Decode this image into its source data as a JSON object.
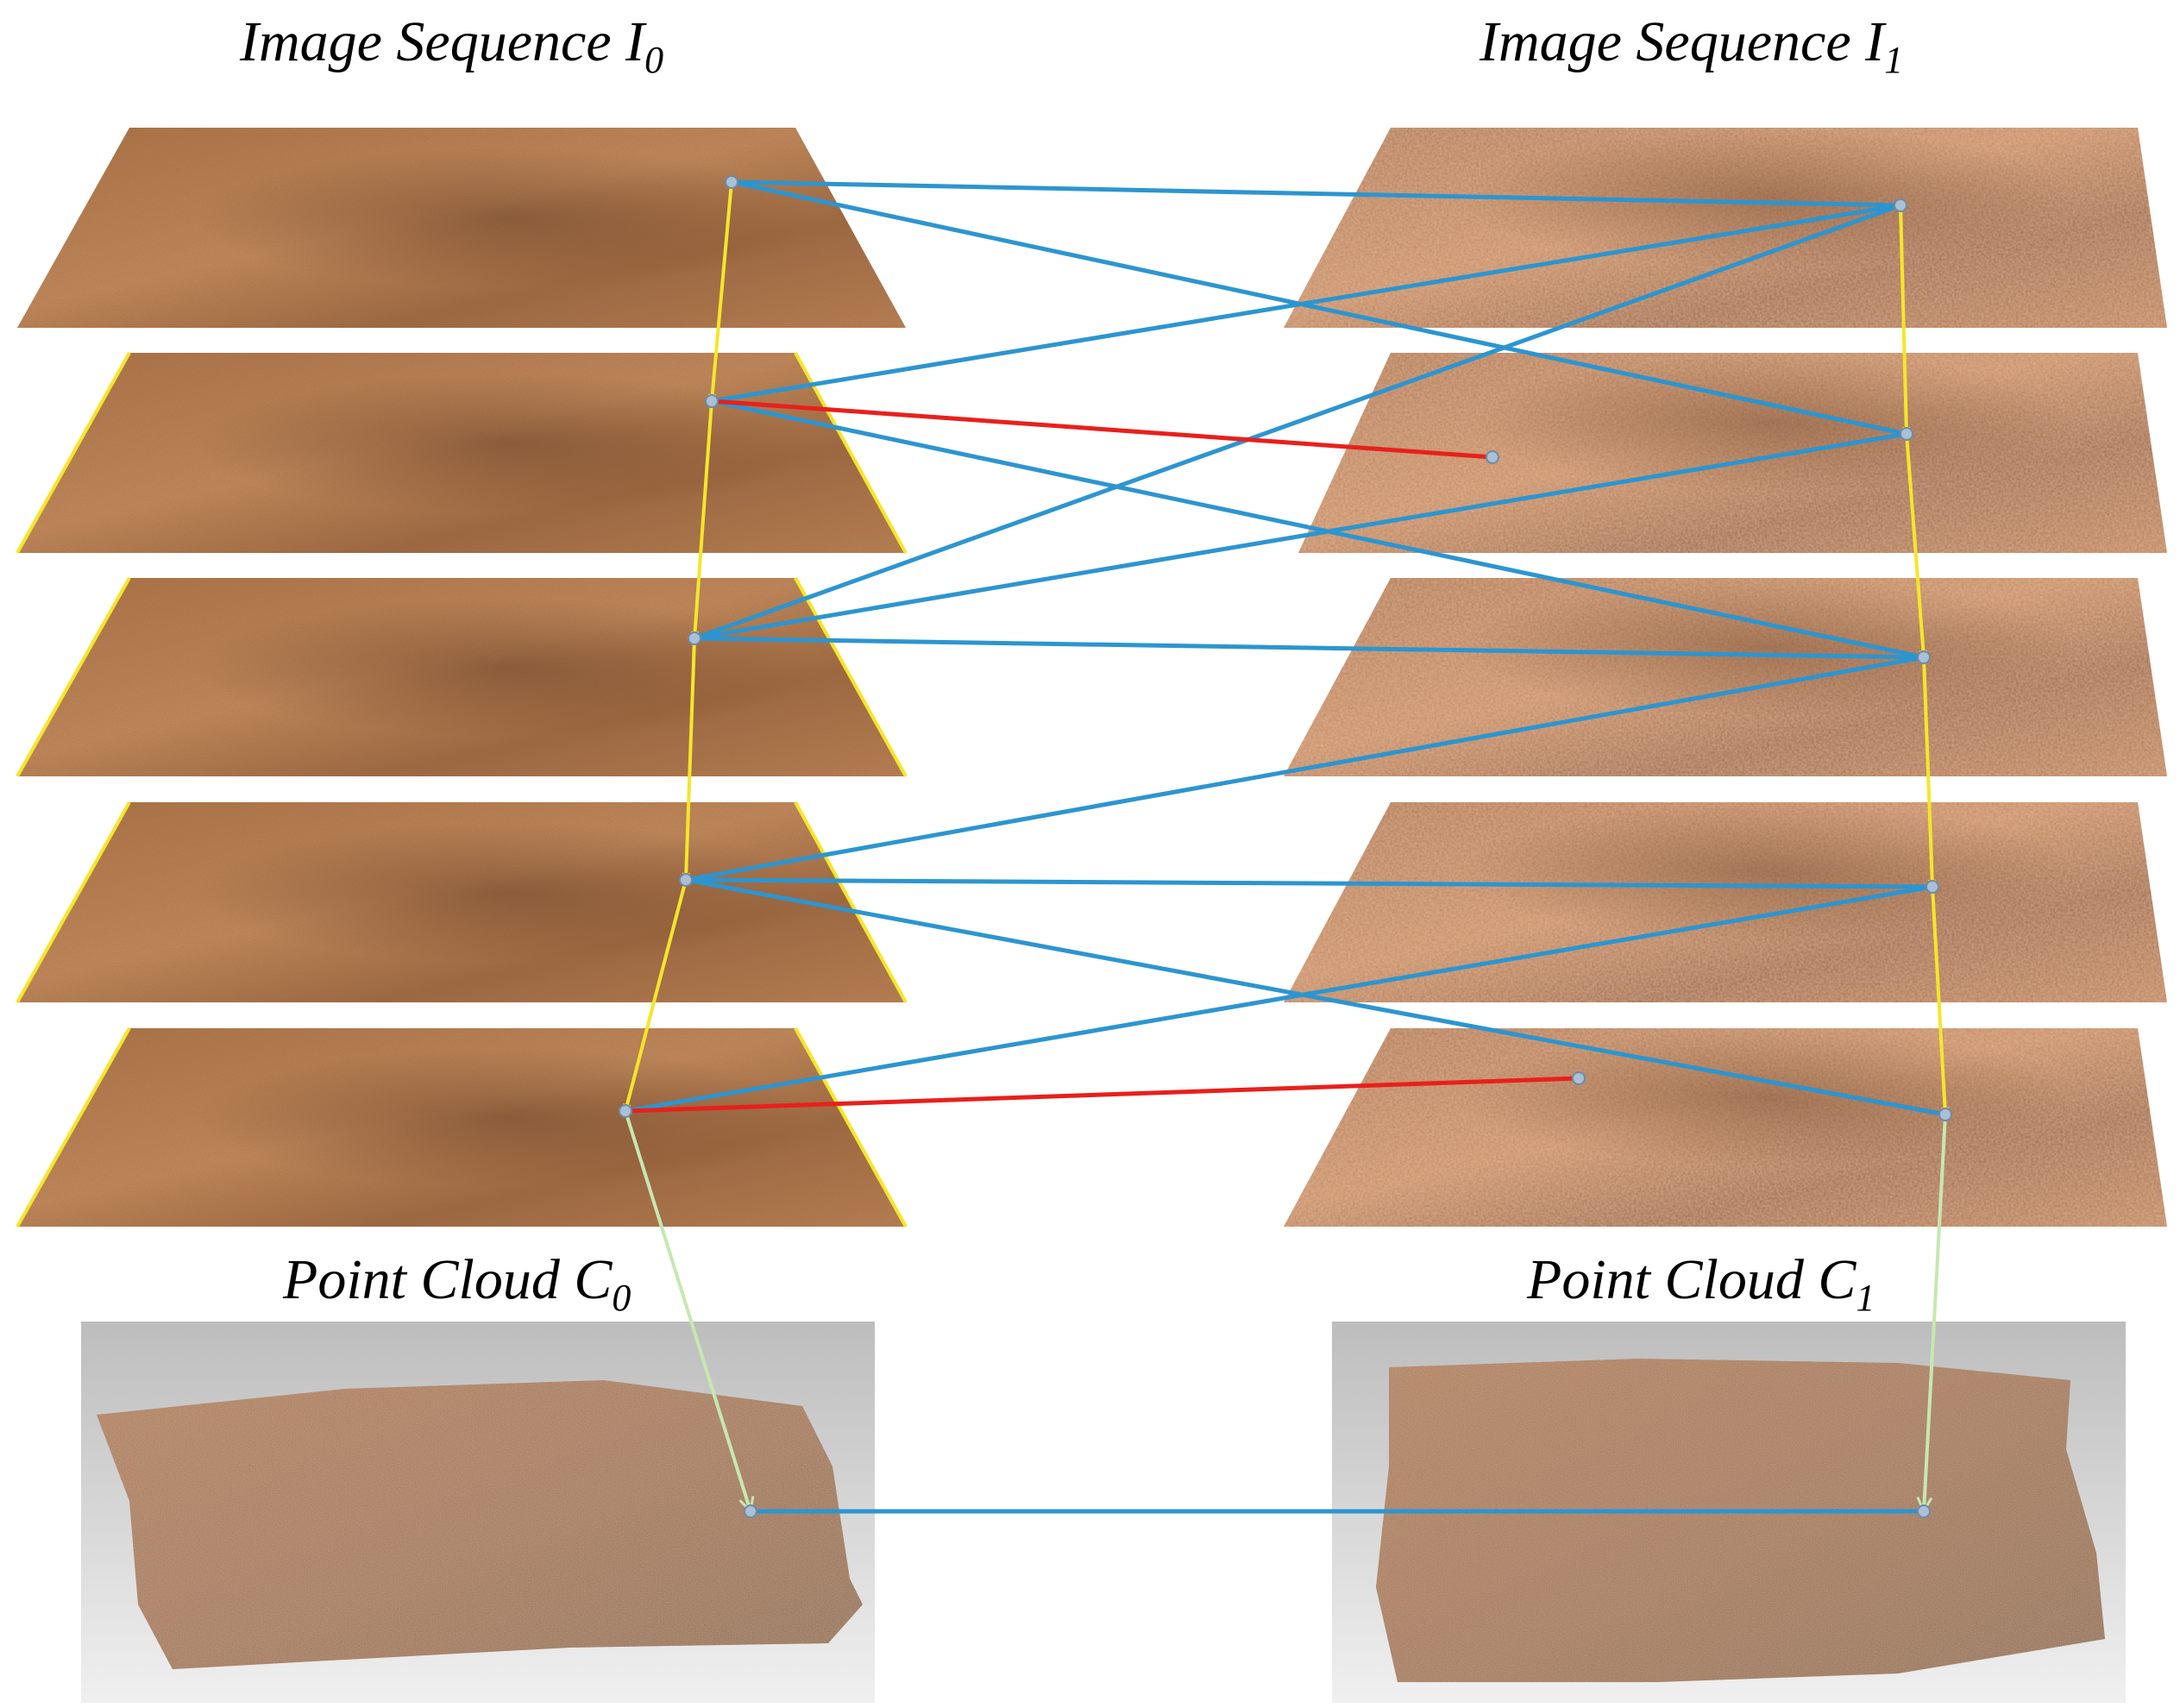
{
  "titles": {
    "seq0": {
      "main": "Image Sequence I",
      "sub": "0"
    },
    "seq1": {
      "main": "Image Sequence I",
      "sub": "1"
    },
    "cloud0": {
      "main": "Point Cloud C",
      "sub": "0"
    },
    "cloud1": {
      "main": "Point Cloud C",
      "sub": "1"
    }
  },
  "colors": {
    "terrain_light": "#c88a5c",
    "terrain_dark": "#8a5532",
    "sequence_link": "#f5e62a",
    "match_link": "#2c95d0",
    "outlier_link": "#e8201c",
    "cloud_link": "#c6e8b0",
    "keypoint": "#a9c0d6",
    "cloud_bg_top": "#c2c2c2",
    "cloud_bg_bottom": "#eeeeee",
    "cloud_points": "#8c5530"
  },
  "image_frames": {
    "sequence_0": 5,
    "sequence_1": 5
  }
}
